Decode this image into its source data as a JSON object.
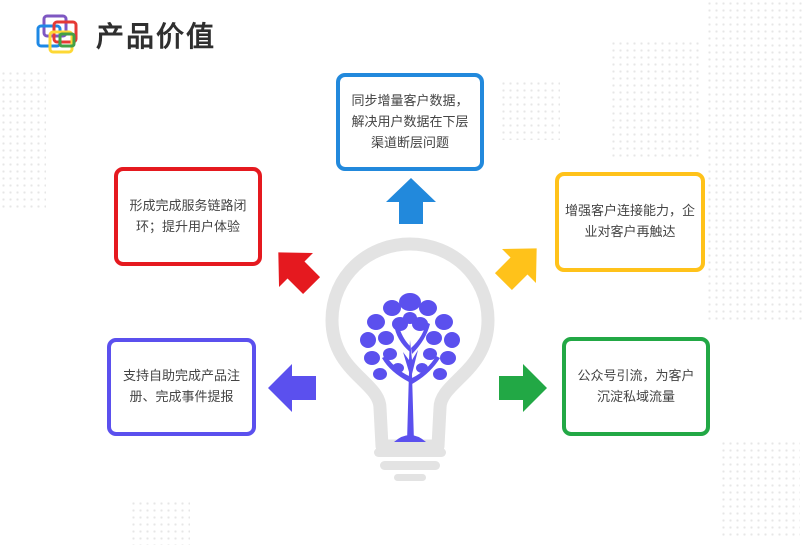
{
  "header": {
    "title": "产品价值",
    "logo_icon": "overlapping-squares-icon"
  },
  "center_icon": "lightbulb-tree-icon",
  "colors": {
    "blue": "#2289dc",
    "yellow": "#ffc21a",
    "green": "#22a845",
    "purple": "#5b50ee",
    "red": "#e5191f",
    "bulb_outline": "#e3e3e3",
    "tree": "#5b50ee"
  },
  "boxes": {
    "top": {
      "text": "同步增量客户数据，解决用户数据在下层渠道断层问题",
      "color": "#2289dc",
      "arrow_icon": "arrow-up-icon"
    },
    "right_top": {
      "text": "增强客户连接能力，企业对客户再触达",
      "color": "#ffc21a",
      "arrow_icon": "arrow-up-right-icon"
    },
    "right_bottom": {
      "text": "公众号引流，为客户沉淀私域流量",
      "color": "#22a845",
      "arrow_icon": "arrow-right-icon"
    },
    "left_bottom": {
      "text": "支持自助完成产品注册、完成事件提报",
      "color": "#5b50ee",
      "arrow_icon": "arrow-left-icon"
    },
    "left_top": {
      "text": "形成完成服务链路闭环；提升用户体验",
      "color": "#e5191f",
      "arrow_icon": "arrow-up-left-icon"
    }
  }
}
